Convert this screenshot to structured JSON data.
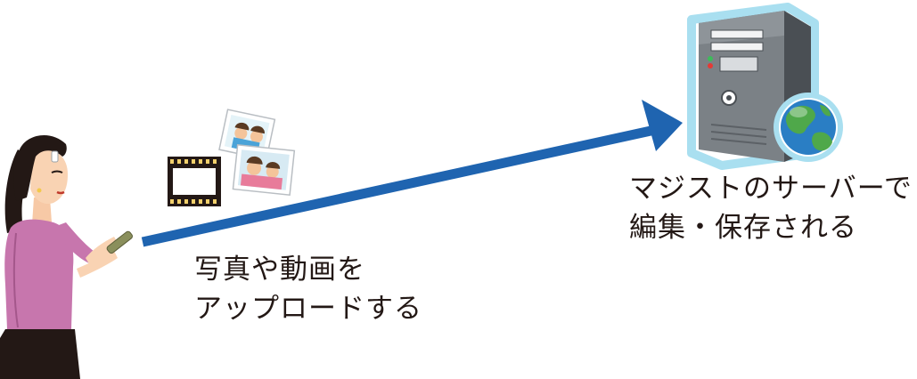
{
  "diagram": {
    "upload_caption": {
      "line1": "写真や動画を",
      "line2": "アップロードする"
    },
    "server_caption": {
      "line1": "マジストのサーバーで",
      "line2": "編集・保存される"
    },
    "colors": {
      "arrow": "#1f64b0",
      "text": "#231815",
      "top_pink": "#c776ad",
      "server_body": "#6e7378",
      "server_outline": "#a9dff0",
      "globe_ocean": "#2a7ec4",
      "globe_land": "#4fa84a"
    },
    "icons": {
      "person": "woman-with-phone-icon",
      "media": "film-and-photos-icon",
      "server": "server-tower-icon",
      "globe": "globe-icon",
      "arrow": "upload-arrow"
    }
  }
}
